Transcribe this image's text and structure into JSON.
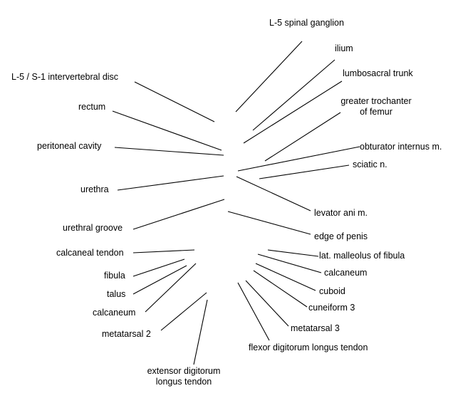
{
  "labels": {
    "l5_ganglion": "L-5 spinal ganglion",
    "ilium": "ilium",
    "lumbosacral": "lumbosacral trunk",
    "trochanter_1": "greater trochanter",
    "trochanter_2": "of femur",
    "l5s1_disc": "L-5 / S-1 intervertebral disc",
    "rectum": "rectum",
    "peritoneal": "peritoneal cavity",
    "obturator": "obturator internus m.",
    "sciatic": "sciatic n.",
    "urethra": "urethra",
    "levator": "levator ani m.",
    "urethral_groove": "urethral groove",
    "edge_penis": "edge of penis",
    "calcaneal_tendon": "calcaneal tendon",
    "lat_malleolus": "lat. malleolus of fibula",
    "fibula": "fibula",
    "calcaneum_r": "calcaneum",
    "talus": "talus",
    "cuboid": "cuboid",
    "calcaneum_l": "calcaneum",
    "cuneiform": "cuneiform 3",
    "metatarsal2": "metatarsal 2",
    "metatarsal3": "metatarsal 3",
    "flexor": "flexor digitorum longus tendon",
    "extensor_1": "extensor digitorum",
    "extensor_2": "longus tendon"
  },
  "style": {
    "line_color": "#000000",
    "text_color": "#000000"
  }
}
